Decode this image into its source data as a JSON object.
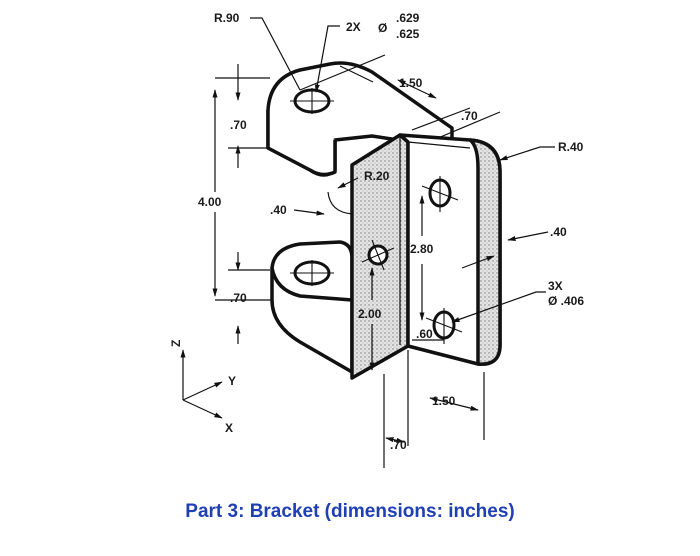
{
  "caption": "Part 3: Bracket (dimensions: inches)",
  "dimensions": {
    "r90": "R.90",
    "hole_count_2x": "2X",
    "dia_symbol": "Ø",
    "dia_top_upper": ".629",
    "dia_top_lower": ".625",
    "d150_top": "1.50",
    "d70_top": ".70",
    "r40": "R.40",
    "d70_left_top": ".70",
    "r20": "R.20",
    "d400": "4.00",
    "d40_left": ".40",
    "d280": "2.80",
    "d40_right": ".40",
    "hole_count_3x": "3X",
    "dia_side": "Ø .406",
    "d70_left_bottom": ".70",
    "d200": "2.00",
    "d60": ".60",
    "d150_bottom": "1.50",
    "d70_bottom": ".70"
  },
  "axes": {
    "z": "Z",
    "y": "Y",
    "x": "X"
  },
  "colors": {
    "caption": "#1f3fb5",
    "lines": "#111111",
    "background": "#ffffff"
  }
}
